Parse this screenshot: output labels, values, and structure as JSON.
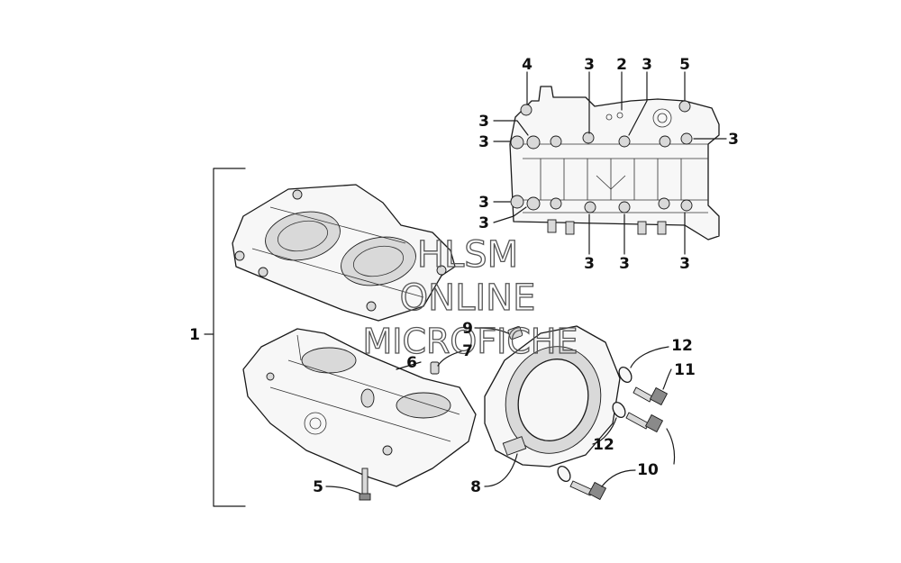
{
  "diagram": {
    "callouts": {
      "c1": "1",
      "c2": "2",
      "c3": "3",
      "c4": "4",
      "c5": "5",
      "c6": "6",
      "c7": "7",
      "c8": "8",
      "c9": "9",
      "c10": "10",
      "c11": "11",
      "c12": "12"
    },
    "watermark": {
      "line1": "HLSM",
      "line2": "ONLINE",
      "line3": "MICROFICHE"
    }
  }
}
